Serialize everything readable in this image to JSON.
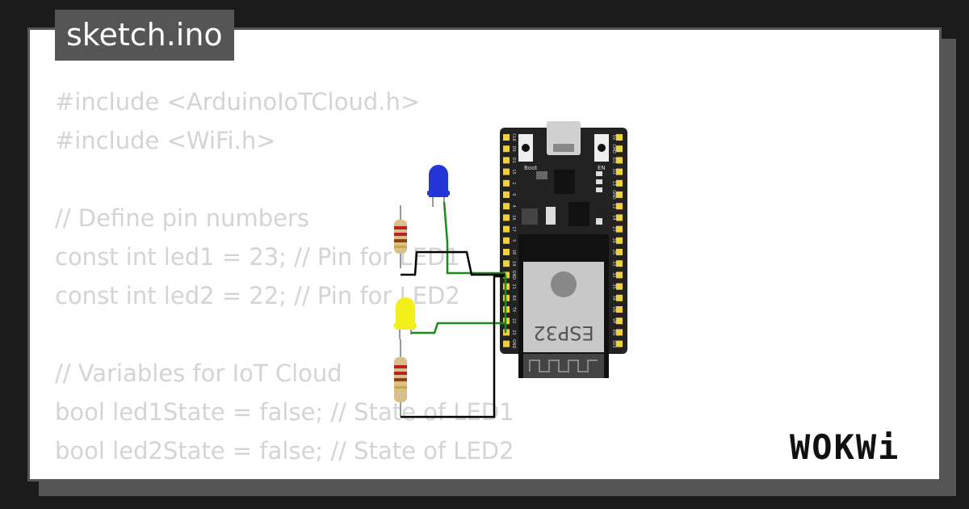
{
  "title": "sketch.ino",
  "code_lines": [
    "#include <ArduinoIoTCloud.h>",
    "#include <WiFi.h>",
    "",
    "// Define pin numbers",
    "const int led1 = 23; // Pin for LED1",
    "const int led2 = 22; // Pin for LED2",
    "",
    "// Variables for IoT Cloud",
    "bool led1State = false; // State of LED1",
    "bool led2State = false; // State of LED2"
  ],
  "board": {
    "chip_label": "ESP32",
    "boot_label": "Boot",
    "en_label": "EN",
    "left_pins": [
      "CLK",
      "D0",
      "D1",
      "15",
      "2",
      "0",
      "4",
      "16",
      "17",
      "5",
      "18",
      "19",
      "GND",
      "21",
      "RX",
      "TX",
      "22",
      "23",
      "GND"
    ],
    "right_pins": [
      "5V",
      "CMD",
      "D3",
      "D2",
      "13",
      "GND",
      "12",
      "14",
      "27",
      "26",
      "25",
      "33",
      "32",
      "35",
      "34",
      "VN",
      "VP",
      "EN",
      "3V3"
    ]
  },
  "components": {
    "led1_color": "#2436d6",
    "led2_color": "#f2ef1c",
    "wire_colors": {
      "signal": "#1a8a1a",
      "ground": "#000000"
    }
  },
  "logo": "WOKWi"
}
